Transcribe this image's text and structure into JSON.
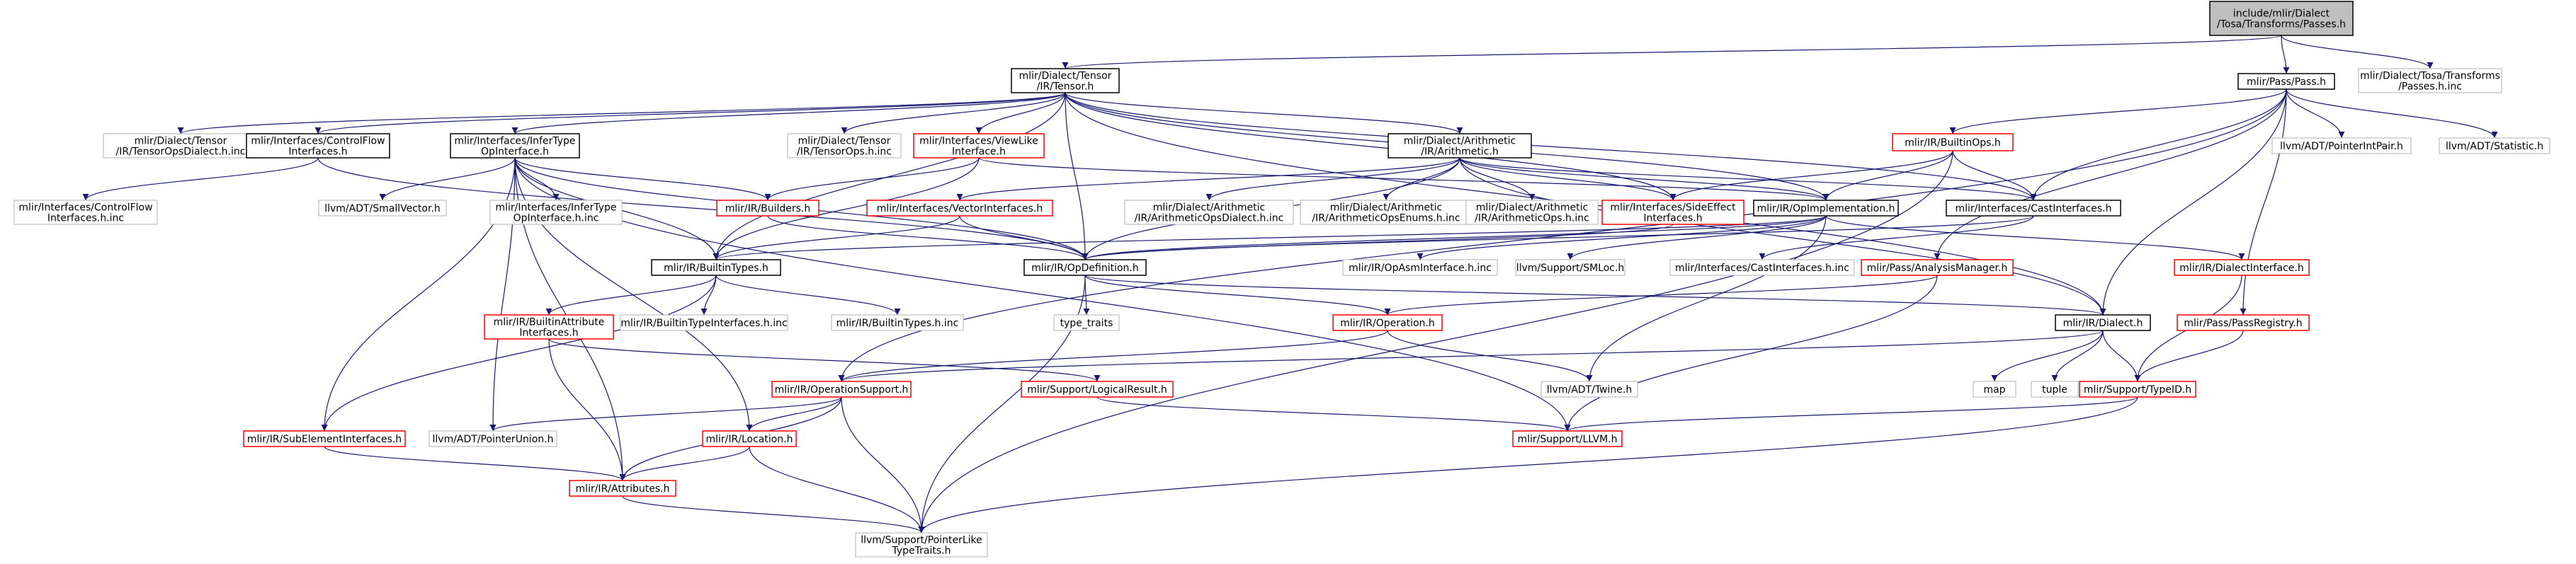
{
  "diagram": {
    "colors": {
      "edge": "#191970",
      "root_fill": "#bfbfbf",
      "root_border": "#000000",
      "documented_border": "#000000",
      "undocumented_border": "#ff0000",
      "external_border": "#bfbfbf",
      "text": "#000000"
    },
    "nodes": [
      {
        "id": "root",
        "kind": "root",
        "lines": [
          "include/mlir/Dialect",
          "/Tosa/Transforms/Passes.h"
        ]
      },
      {
        "id": "tensor",
        "kind": "documented",
        "lines": [
          "mlir/Dialect/Tensor",
          "/IR/Tensor.h"
        ]
      },
      {
        "id": "passh",
        "kind": "documented",
        "lines": [
          "mlir/Pass/Pass.h"
        ]
      },
      {
        "id": "passesinc",
        "kind": "external",
        "lines": [
          "mlir/Dialect/Tosa/Transforms",
          "/Passes.h.inc"
        ]
      },
      {
        "id": "tensordialectinc",
        "kind": "external",
        "lines": [
          "mlir/Dialect/Tensor",
          "/IR/TensorOpsDialect.h.inc"
        ]
      },
      {
        "id": "controlflow",
        "kind": "documented",
        "lines": [
          "mlir/Interfaces/ControlFlow",
          "Interfaces.h"
        ]
      },
      {
        "id": "infertype",
        "kind": "documented",
        "lines": [
          "mlir/Interfaces/InferType",
          "OpInterface.h"
        ]
      },
      {
        "id": "tensoropsinc",
        "kind": "external",
        "lines": [
          "mlir/Dialect/Tensor",
          "/IR/TensorOps.h.inc"
        ]
      },
      {
        "id": "viewlike",
        "kind": "undocumented",
        "lines": [
          "mlir/Interfaces/ViewLike",
          "Interface.h"
        ]
      },
      {
        "id": "arith",
        "kind": "documented",
        "lines": [
          "mlir/Dialect/Arithmetic",
          "/IR/Arithmetic.h"
        ]
      },
      {
        "id": "builtinops",
        "kind": "undocumented",
        "lines": [
          "mlir/IR/BuiltinOps.h"
        ]
      },
      {
        "id": "pointerintpair",
        "kind": "external",
        "lines": [
          "llvm/ADT/PointerIntPair.h"
        ]
      },
      {
        "id": "statistic",
        "kind": "external",
        "lines": [
          "llvm/ADT/Statistic.h"
        ]
      },
      {
        "id": "controlflowinc",
        "kind": "external",
        "lines": [
          "mlir/Interfaces/ControlFlow",
          "Interfaces.h.inc"
        ]
      },
      {
        "id": "smallvector",
        "kind": "external",
        "lines": [
          "llvm/ADT/SmallVector.h"
        ]
      },
      {
        "id": "infertypeinc",
        "kind": "external",
        "lines": [
          "mlir/Interfaces/InferType",
          "OpInterface.h.inc"
        ]
      },
      {
        "id": "builders",
        "kind": "undocumented",
        "lines": [
          "mlir/IR/Builders.h"
        ]
      },
      {
        "id": "vectorif",
        "kind": "undocumented",
        "lines": [
          "mlir/Interfaces/VectorInterfaces.h"
        ]
      },
      {
        "id": "arithdialectinc",
        "kind": "external",
        "lines": [
          "mlir/Dialect/Arithmetic",
          "/IR/ArithmeticOpsDialect.h.inc"
        ]
      },
      {
        "id": "arithenumsinc",
        "kind": "external",
        "lines": [
          "mlir/Dialect/Arithmetic",
          "/IR/ArithmeticOpsEnums.h.inc"
        ]
      },
      {
        "id": "arithopsinc",
        "kind": "external",
        "lines": [
          "mlir/Dialect/Arithmetic",
          "/IR/ArithmeticOps.h.inc"
        ]
      },
      {
        "id": "sideeffect",
        "kind": "undocumented",
        "lines": [
          "mlir/Interfaces/SideEffect",
          "Interfaces.h"
        ]
      },
      {
        "id": "opimpl",
        "kind": "documented",
        "lines": [
          "mlir/IR/OpImplementation.h"
        ]
      },
      {
        "id": "castif",
        "kind": "documented",
        "lines": [
          "mlir/Interfaces/CastInterfaces.h"
        ]
      },
      {
        "id": "builtintypes",
        "kind": "documented",
        "lines": [
          "mlir/IR/BuiltinTypes.h"
        ]
      },
      {
        "id": "opdef",
        "kind": "documented",
        "lines": [
          "mlir/IR/OpDefinition.h"
        ]
      },
      {
        "id": "opasminc",
        "kind": "external",
        "lines": [
          "mlir/IR/OpAsmInterface.h.inc"
        ]
      },
      {
        "id": "smloc",
        "kind": "external",
        "lines": [
          "llvm/Support/SMLoc.h"
        ]
      },
      {
        "id": "castifinc",
        "kind": "external",
        "lines": [
          "mlir/Interfaces/CastInterfaces.h.inc"
        ]
      },
      {
        "id": "analysismgr",
        "kind": "undocumented",
        "lines": [
          "mlir/Pass/AnalysisManager.h"
        ]
      },
      {
        "id": "dialectif",
        "kind": "undocumented",
        "lines": [
          "mlir/IR/DialectInterface.h"
        ]
      },
      {
        "id": "builtinattrif",
        "kind": "undocumented",
        "lines": [
          "mlir/IR/BuiltinAttribute",
          "Interfaces.h"
        ]
      },
      {
        "id": "builtintypeifinc",
        "kind": "external",
        "lines": [
          "mlir/IR/BuiltinTypeInterfaces.h.inc"
        ]
      },
      {
        "id": "builtintypesinc",
        "kind": "external",
        "lines": [
          "mlir/IR/BuiltinTypes.h.inc"
        ]
      },
      {
        "id": "typetraits",
        "kind": "external",
        "lines": [
          "type_traits"
        ]
      },
      {
        "id": "operation",
        "kind": "undocumented",
        "lines": [
          "mlir/IR/Operation.h"
        ]
      },
      {
        "id": "dialect",
        "kind": "documented",
        "lines": [
          "mlir/IR/Dialect.h"
        ]
      },
      {
        "id": "passregistry",
        "kind": "undocumented",
        "lines": [
          "mlir/Pass/PassRegistry.h"
        ]
      },
      {
        "id": "opsupport",
        "kind": "undocumented",
        "lines": [
          "mlir/IR/OperationSupport.h"
        ]
      },
      {
        "id": "logicalresult",
        "kind": "undocumented",
        "lines": [
          "mlir/Support/LogicalResult.h"
        ]
      },
      {
        "id": "twine",
        "kind": "external",
        "lines": [
          "llvm/ADT/Twine.h"
        ]
      },
      {
        "id": "map",
        "kind": "external",
        "lines": [
          "map"
        ]
      },
      {
        "id": "tuple",
        "kind": "external",
        "lines": [
          "tuple"
        ]
      },
      {
        "id": "typeid",
        "kind": "undocumented",
        "lines": [
          "mlir/Support/TypeID.h"
        ]
      },
      {
        "id": "subelement",
        "kind": "undocumented",
        "lines": [
          "mlir/IR/SubElementInterfaces.h"
        ]
      },
      {
        "id": "pointerunion",
        "kind": "external",
        "lines": [
          "llvm/ADT/PointerUnion.h"
        ]
      },
      {
        "id": "location",
        "kind": "undocumented",
        "lines": [
          "mlir/IR/Location.h"
        ]
      },
      {
        "id": "llvmh",
        "kind": "undocumented",
        "lines": [
          "mlir/Support/LLVM.h"
        ]
      },
      {
        "id": "attributes",
        "kind": "undocumented",
        "lines": [
          "mlir/IR/Attributes.h"
        ]
      },
      {
        "id": "pointerlike",
        "kind": "external",
        "lines": [
          "llvm/Support/PointerLike",
          "TypeTraits.h"
        ]
      }
    ],
    "edges": [
      [
        "root",
        "tensor"
      ],
      [
        "root",
        "passh"
      ],
      [
        "root",
        "passesinc"
      ],
      [
        "tensor",
        "tensordialectinc"
      ],
      [
        "tensor",
        "controlflow"
      ],
      [
        "tensor",
        "infertype"
      ],
      [
        "tensor",
        "tensoropsinc"
      ],
      [
        "tensor",
        "viewlike"
      ],
      [
        "tensor",
        "arith"
      ],
      [
        "tensor",
        "builtintypes"
      ],
      [
        "tensor",
        "opdef"
      ],
      [
        "tensor",
        "sideeffect"
      ],
      [
        "tensor",
        "opimpl"
      ],
      [
        "tensor",
        "castif"
      ],
      [
        "tensor",
        "dialect"
      ],
      [
        "passh",
        "builtinops"
      ],
      [
        "passh",
        "pointerintpair"
      ],
      [
        "passh",
        "statistic"
      ],
      [
        "passh",
        "analysismgr"
      ],
      [
        "passh",
        "passregistry"
      ],
      [
        "passh",
        "dialect"
      ],
      [
        "passh",
        "opsupport"
      ],
      [
        "passh",
        "castif"
      ],
      [
        "controlflow",
        "controlflowinc"
      ],
      [
        "controlflow",
        "opdef"
      ],
      [
        "infertype",
        "smallvector"
      ],
      [
        "infertype",
        "infertypeinc"
      ],
      [
        "infertype",
        "builders"
      ],
      [
        "infertype",
        "builtintypes"
      ],
      [
        "infertype",
        "opdef"
      ],
      [
        "infertype",
        "subelement"
      ],
      [
        "infertype",
        "attributes"
      ],
      [
        "infertype",
        "location"
      ],
      [
        "infertype",
        "pointerunion"
      ],
      [
        "infertype",
        "llvmh"
      ],
      [
        "viewlike",
        "builders"
      ],
      [
        "viewlike",
        "builtintypes"
      ],
      [
        "viewlike",
        "opimpl"
      ],
      [
        "arith",
        "vectorif"
      ],
      [
        "arith",
        "arithdialectinc"
      ],
      [
        "arith",
        "arithenumsinc"
      ],
      [
        "arith",
        "arithopsinc"
      ],
      [
        "arith",
        "sideeffect"
      ],
      [
        "arith",
        "opimpl"
      ],
      [
        "arith",
        "castif"
      ],
      [
        "arith",
        "opdef"
      ],
      [
        "arith",
        "dialect"
      ],
      [
        "builtinops",
        "sideeffect"
      ],
      [
        "builtinops",
        "opimpl"
      ],
      [
        "builtinops",
        "castif"
      ],
      [
        "builtinops",
        "pointerlike"
      ],
      [
        "builders",
        "opdef"
      ],
      [
        "vectorif",
        "builtintypes"
      ],
      [
        "vectorif",
        "opdef"
      ],
      [
        "sideeffect",
        "opdef"
      ],
      [
        "opimpl",
        "opdef"
      ],
      [
        "opimpl",
        "opasminc"
      ],
      [
        "opimpl",
        "smloc"
      ],
      [
        "opimpl",
        "builtintypes"
      ],
      [
        "opimpl",
        "dialectif"
      ],
      [
        "opimpl",
        "twine"
      ],
      [
        "castif",
        "castifinc"
      ],
      [
        "castif",
        "opdef"
      ],
      [
        "builtintypes",
        "builtinattrif"
      ],
      [
        "builtintypes",
        "builtintypeifinc"
      ],
      [
        "builtintypes",
        "builtintypesinc"
      ],
      [
        "builtintypes",
        "subelement"
      ],
      [
        "opdef",
        "typetraits"
      ],
      [
        "opdef",
        "operation"
      ],
      [
        "opdef",
        "dialect"
      ],
      [
        "opdef",
        "pointerlike"
      ],
      [
        "analysismgr",
        "operation"
      ],
      [
        "analysismgr",
        "llvmh"
      ],
      [
        "dialectif",
        "typeid"
      ],
      [
        "builtinattrif",
        "attributes"
      ],
      [
        "builtinattrif",
        "logicalresult"
      ],
      [
        "operation",
        "opsupport"
      ],
      [
        "operation",
        "twine"
      ],
      [
        "dialect",
        "opsupport"
      ],
      [
        "dialect",
        "map"
      ],
      [
        "dialect",
        "tuple"
      ],
      [
        "dialect",
        "typeid"
      ],
      [
        "passregistry",
        "typeid"
      ],
      [
        "opsupport",
        "location"
      ],
      [
        "opsupport",
        "pointerunion"
      ],
      [
        "opsupport",
        "attributes"
      ],
      [
        "opsupport",
        "pointerlike"
      ],
      [
        "logicalresult",
        "llvmh"
      ],
      [
        "typeid",
        "llvmh"
      ],
      [
        "typeid",
        "pointerlike"
      ],
      [
        "subelement",
        "attributes"
      ],
      [
        "location",
        "attributes"
      ],
      [
        "location",
        "pointerlike"
      ],
      [
        "attributes",
        "pointerlike"
      ]
    ]
  }
}
